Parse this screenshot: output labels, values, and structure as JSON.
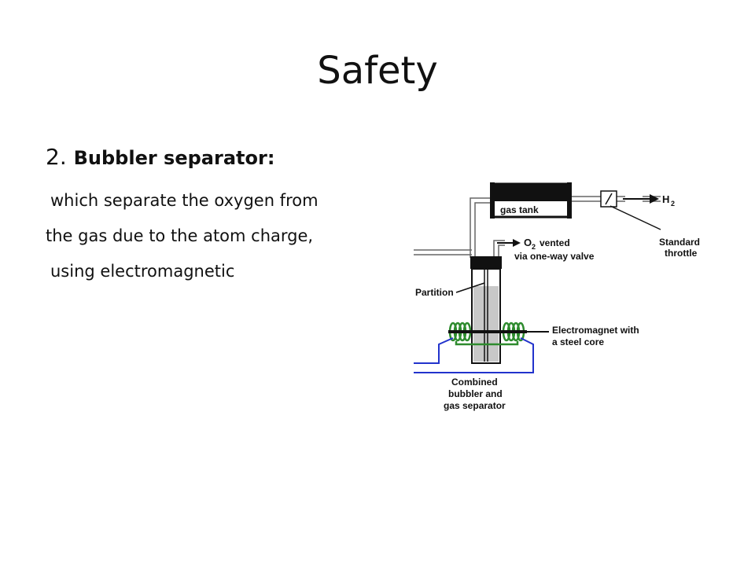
{
  "slide": {
    "title": "Safety",
    "heading_number": "2.",
    "heading_label": "Bubbler separator:",
    "lines": [
      "which separate the oxygen from",
      "the gas due to the atom charge,",
      "using electromagnetic"
    ]
  },
  "diagram": {
    "tank_label": "gas tank",
    "h2_label": "H",
    "h2_sub": "2",
    "throttle_label_1": "Standard",
    "throttle_label_2": "throttle",
    "o2_label_1": "O",
    "o2_sub": "2",
    "o2_label_2": "vented",
    "o2_label_3": "via one-way valve",
    "partition_label": "Partition",
    "magnet_label_1": "Electromagnet with",
    "magnet_label_2": "a steel core",
    "bubbler_label_1": "Combined",
    "bubbler_label_2": "bubbler and",
    "bubbler_label_3": "gas separator",
    "colors": {
      "coil": "#2e8b2e",
      "wire": "#2233cc",
      "water": "#c8c8c8"
    }
  }
}
